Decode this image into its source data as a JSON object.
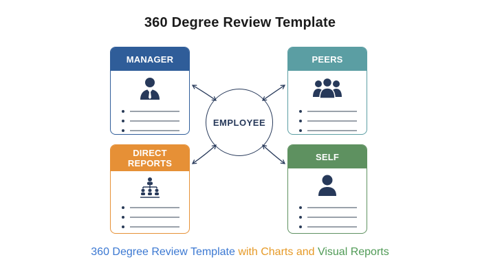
{
  "title": "360 Degree Review Template",
  "center": {
    "label": "EMPLOYEE"
  },
  "cards": {
    "manager": {
      "label": "MANAGER",
      "icon": "manager-icon",
      "color": "#2f5d99"
    },
    "peers": {
      "label": "PEERS",
      "icon": "peers-group-icon",
      "color": "#5b9ea3"
    },
    "direct_reports": {
      "label_line1": "DIRECT",
      "label_line2": "REPORTS",
      "icon": "org-chart-icon",
      "color": "#e69036"
    },
    "self": {
      "label": "SELF",
      "icon": "person-icon",
      "color": "#5e9160"
    }
  },
  "footer": {
    "part1": "360 Degree Review Template",
    "part2": "with Charts",
    "part3": "and",
    "part4": "Visual Reports",
    "colors": {
      "blue": "#3b78d2",
      "orange": "#e69a27",
      "green": "#4f9a55"
    }
  }
}
